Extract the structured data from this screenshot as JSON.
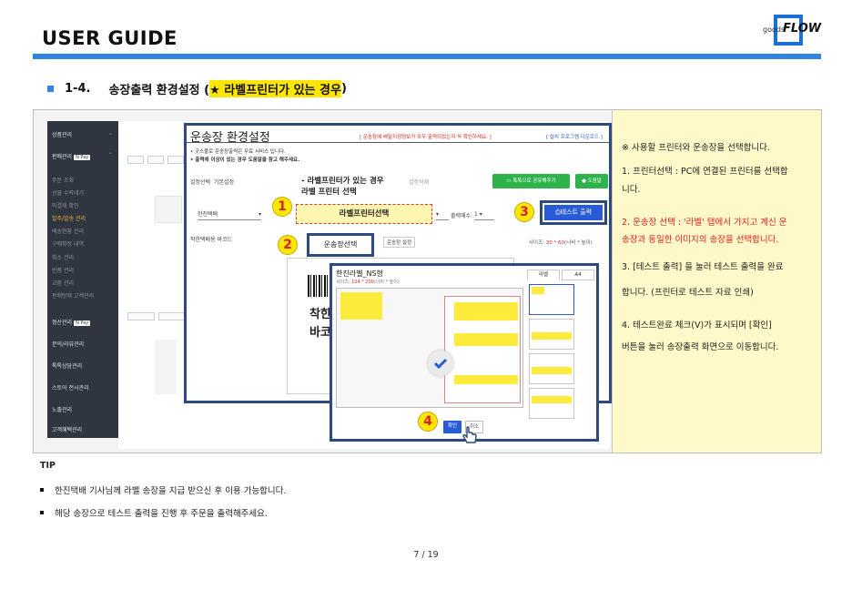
{
  "header": {
    "title": "USER GUIDE",
    "logo": {
      "small": "goods",
      "big": "FLOW"
    }
  },
  "section": {
    "number": "1-4.",
    "title_prefix": "송장출력 환경설정 (",
    "title_highlight": "★ 라벨프린터가  있는 경우",
    "title_suffix": ")"
  },
  "sidebar": {
    "items": [
      {
        "label": "상품관리",
        "type": "main"
      },
      {
        "label": "판매관리",
        "type": "main",
        "badge": "N Pay"
      },
      {
        "label": "주문 조회",
        "type": "sub"
      },
      {
        "label": "선물 수락대기",
        "type": "sub"
      },
      {
        "label": "미결제 확인",
        "type": "sub"
      },
      {
        "label": "발주/발송 관리",
        "type": "sub",
        "active": true
      },
      {
        "label": "배송현황 관리",
        "type": "sub"
      },
      {
        "label": "구매확정 내역",
        "type": "sub"
      },
      {
        "label": "취소 관리",
        "type": "sub"
      },
      {
        "label": "반품 관리",
        "type": "sub"
      },
      {
        "label": "교환 관리",
        "type": "sub"
      },
      {
        "label": "판매방해 고객관리",
        "type": "sub"
      },
      {
        "label": "정산관리",
        "type": "main",
        "badge": "N Pay"
      },
      {
        "label": "문의/리뷰관리",
        "type": "main"
      },
      {
        "label": "톡톡상담관리",
        "type": "main"
      },
      {
        "label": "스토어 전시관리",
        "type": "main"
      },
      {
        "label": "노출관리",
        "type": "main"
      },
      {
        "label": "고객혜택관리",
        "type": "main"
      }
    ]
  },
  "dialog_main": {
    "title": "운송장 환경설정",
    "red_notice": "[ 운송장에 배달지정정보가 모두 출력되었는지 꼭 확인하세요. ]",
    "install_link": "[ 설치 프로그램 다운로드 ]",
    "notes": [
      "• 굿스플로 운송장출력은 무료 서비스 입니다.",
      "• 출력에 이상이 있는 경우 도움말을 참고 해주세요."
    ],
    "setting_label": "설정선택",
    "setting_value": "기본설정",
    "delete_label": "설정삭제",
    "save_button": "톡톡으로 공유해주기",
    "help_button": "도움말",
    "carrier_value": "한진택배",
    "copies_label": "출력매수",
    "copies_value": "1",
    "barcode_label": "착한택배용 바코드",
    "label_setting_button": "운송장 설정",
    "size_label": "사이즈:",
    "size_value": "30 * 60",
    "size_unit": "(너비 * 높이)",
    "callout_line1": "- 라벨프린터가  있는 경우",
    "callout_line2": "라벨 프린터 선택",
    "printer_select": "라벨프린터선택",
    "test_print_button": "테스트 출력",
    "pick_label_button": "운송장선택",
    "preview_text1": "착한",
    "preview_text2": "바코"
  },
  "dialog_label": {
    "title": "한진라벨_NS형",
    "size_label": "사이즈:",
    "size_value": "104 * 200",
    "size_unit": "(너비 * 높이)",
    "tabs": [
      "라벨",
      "A4"
    ],
    "confirm_button": "확인",
    "cancel_button": "취소",
    "badge_4": "4"
  },
  "badges": [
    "1",
    "2",
    "3",
    "4"
  ],
  "right_panel": {
    "lines": [
      {
        "text": "※ 사용할 프린터와 운송장을 선택합니다.",
        "red": false
      },
      {
        "text": "1.   프린터선택 :  PC에 연결된 프린터를 선택합",
        "red": false
      },
      {
        "text": "      니다.",
        "red": false
      },
      {
        "text": "2.   운송장 선택 : '라벨' 탭에서 가지고 계신  운",
        "red": true
      },
      {
        "text": "      송장과 동일한 이미지의 송장을 선택합니다.",
        "red": true
      },
      {
        "text": "3.   [테스트 출력] 을 눌러 테스트 출력을 완료",
        "red": false
      },
      {
        "text": "      합니다. (프린터로 테스트 자료 인쇄)",
        "red": false
      },
      {
        "text": "4.   테스트완료 체크(V)가 표시되며  [확인]",
        "red": false
      },
      {
        "text": "      버튼을 눌러 송장출력 화면으로 이동합니다.",
        "red": false
      }
    ]
  },
  "tips": {
    "title": "TIP",
    "items": [
      "한진택배 기사님께 라벨 송장을 지급 받으신 후 이용 가능합니다.",
      "해당 송장으로 테스트 출력을 진행 후 주문을 출력해주세요."
    ]
  },
  "page_number": "7 / 19",
  "colors": {
    "accent_blue": "#2f86e0",
    "dialog_border": "#2d4a7e",
    "highlight_yellow": "#ffe600",
    "notice_red": "#e02020",
    "panel_bg": "#fff8c8",
    "green": "#2eb34a"
  }
}
